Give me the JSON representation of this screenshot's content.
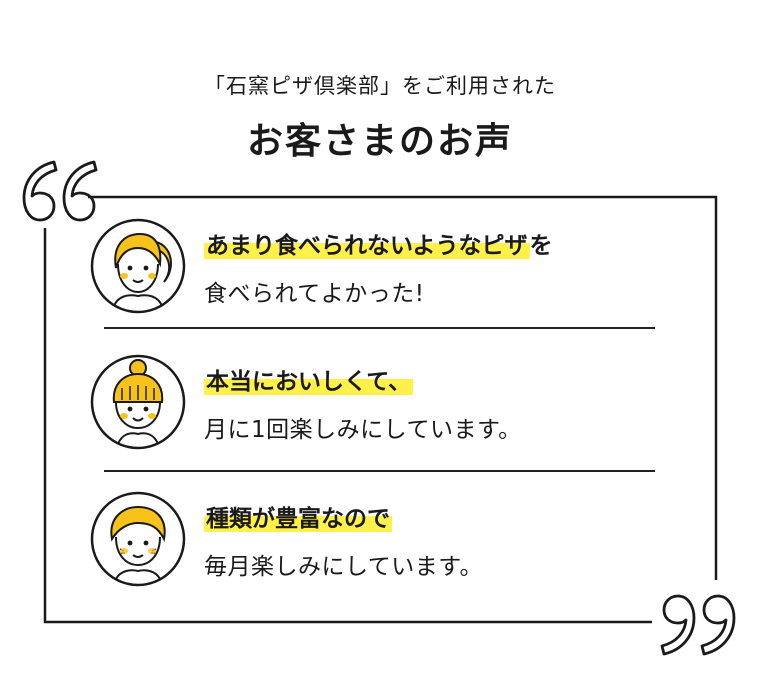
{
  "header": {
    "subtitle": "「石窯ピザ倶楽部」をご利用された",
    "title": "お客さまのお声"
  },
  "testimonials": [
    {
      "highlight": "あまり食べられないようなピザ",
      "highlight_suffix": "を",
      "line2": "食べられてよかった!"
    },
    {
      "highlight": "本当においしくて、",
      "highlight_suffix": "",
      "line2": "月に1回楽しみにしています。"
    },
    {
      "highlight": "種類が豊富なので",
      "highlight_suffix": "",
      "line2": "毎月楽しみにしています。"
    }
  ],
  "colors": {
    "highlight": "#fff04a",
    "accent_yellow": "#f7c21a",
    "line": "#1a1a1a"
  },
  "icons": [
    "open-quote-icon",
    "close-quote-icon",
    "woman-ponytail-avatar",
    "girl-bun-avatar",
    "boy-avatar"
  ]
}
